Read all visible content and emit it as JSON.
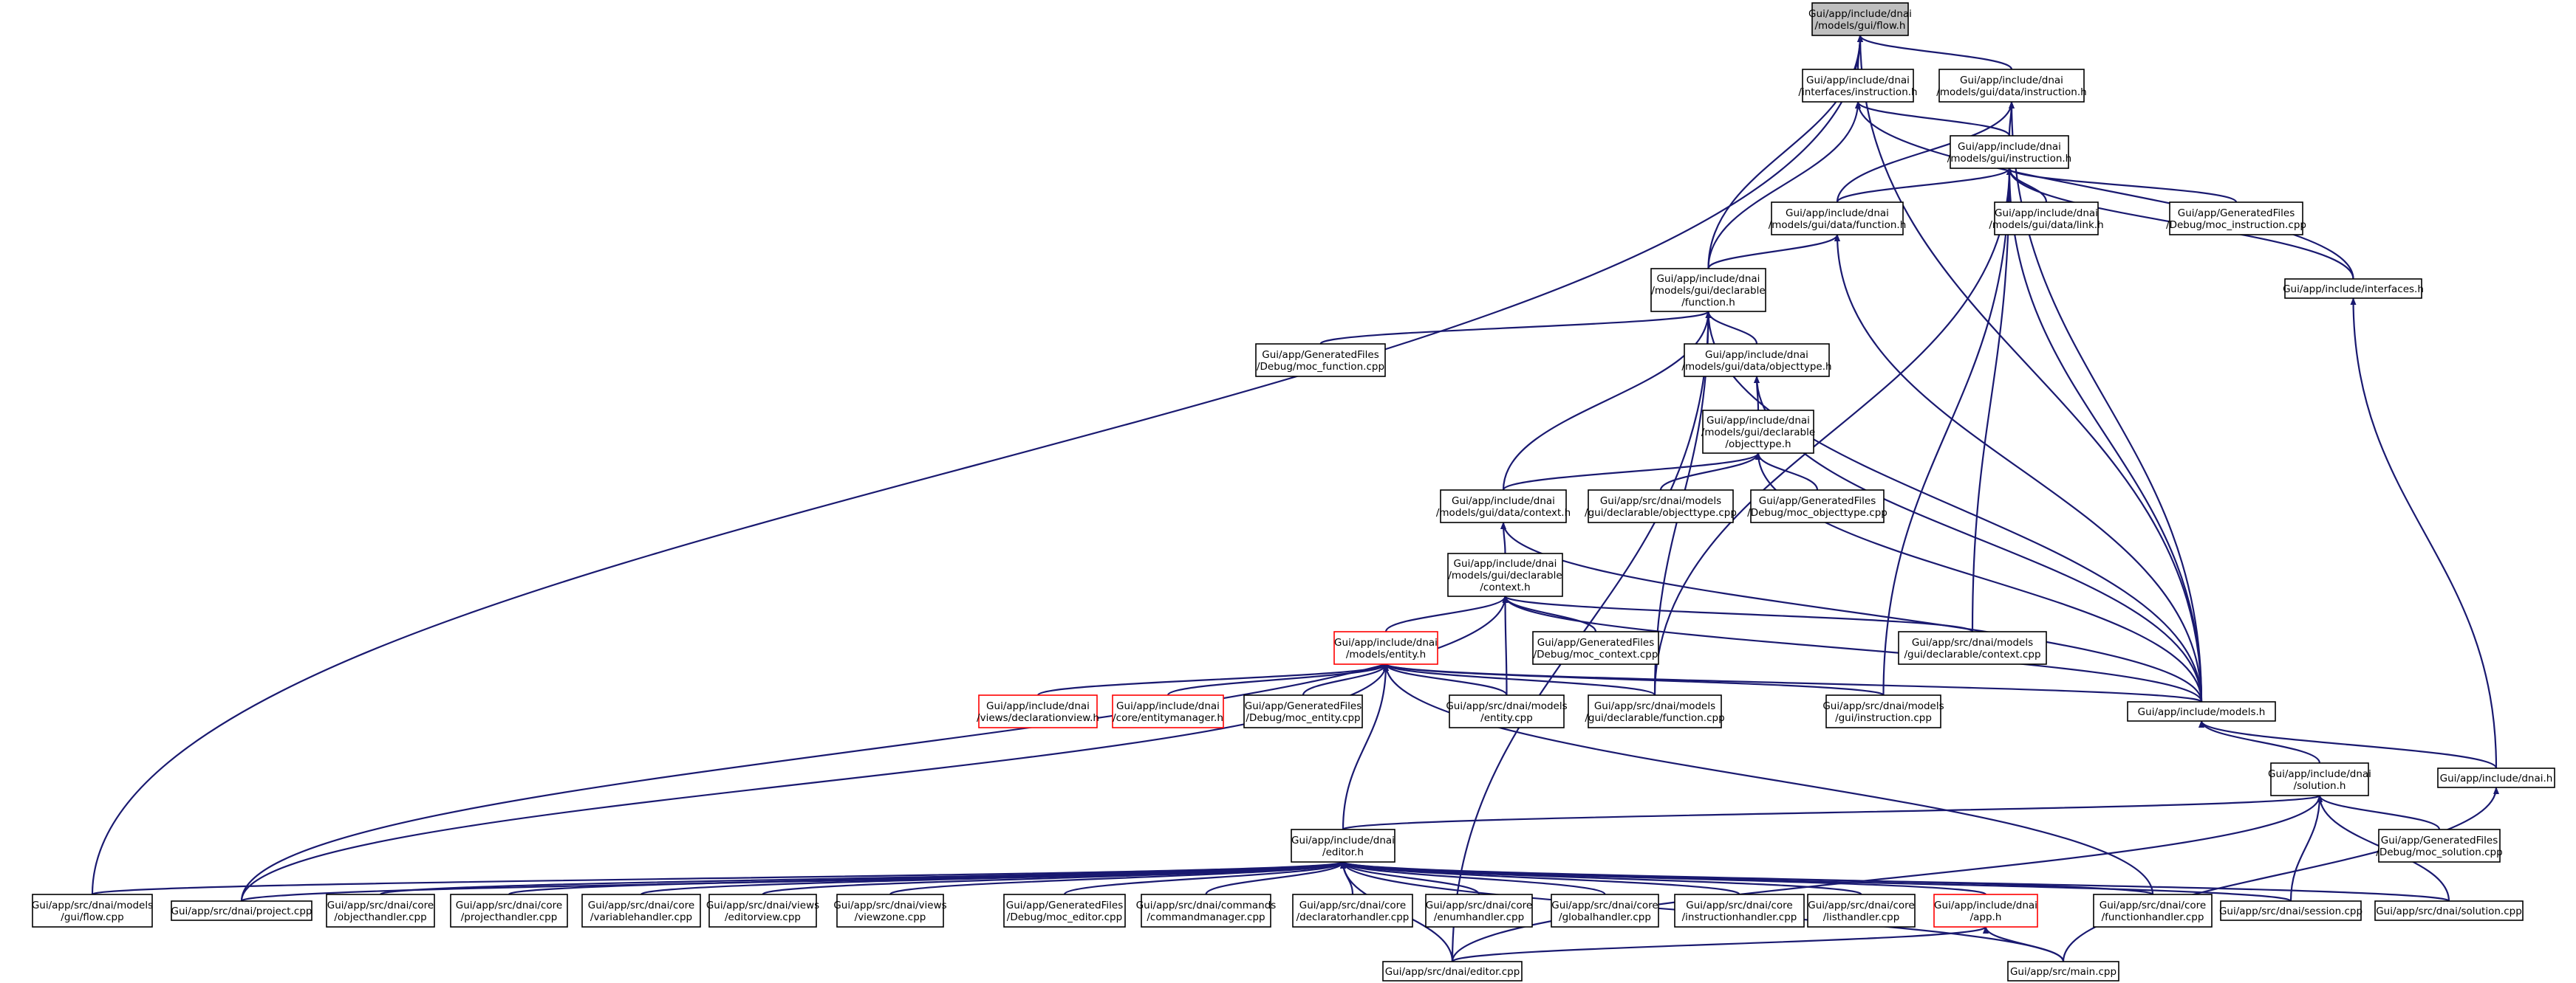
{
  "colors": {
    "edge": "#191970",
    "node_border": "#000000",
    "node_border_incomplete": "#ff0000",
    "root_fill": "#bfbfbf",
    "background": "#ffffff"
  },
  "nodes": [
    {
      "id": "flow_h",
      "label": [
        "Gui/app/include/dnai",
        "/models/gui/flow.h"
      ],
      "root": true
    },
    {
      "id": "interfaces_instruction_h",
      "label": [
        "Gui/app/include/dnai",
        "/interfaces/instruction.h"
      ]
    },
    {
      "id": "data_instruction_h",
      "label": [
        "Gui/app/include/dnai",
        "/models/gui/data/instruction.h"
      ]
    },
    {
      "id": "gui_instruction_h",
      "label": [
        "Gui/app/include/dnai",
        "/models/gui/instruction.h"
      ]
    },
    {
      "id": "data_function_h",
      "label": [
        "Gui/app/include/dnai",
        "/models/gui/data/function.h"
      ]
    },
    {
      "id": "data_link_h",
      "label": [
        "Gui/app/include/dnai",
        "/models/gui/data/link.h"
      ]
    },
    {
      "id": "moc_instruction_cpp",
      "label": [
        "Gui/app/GeneratedFiles",
        "/Debug/moc_instruction.cpp"
      ]
    },
    {
      "id": "interfaces_h",
      "label": [
        "Gui/app/include/interfaces.h"
      ]
    },
    {
      "id": "declarable_function_h",
      "label": [
        "Gui/app/include/dnai",
        "/models/gui/declarable",
        "/function.h"
      ]
    },
    {
      "id": "moc_function_cpp",
      "label": [
        "Gui/app/GeneratedFiles",
        "/Debug/moc_function.cpp"
      ]
    },
    {
      "id": "data_objecttype_h",
      "label": [
        "Gui/app/include/dnai",
        "/models/gui/data/objecttype.h"
      ]
    },
    {
      "id": "declarable_objecttype_h",
      "label": [
        "Gui/app/include/dnai",
        "/models/gui/declarable",
        "/objecttype.h"
      ]
    },
    {
      "id": "data_context_h",
      "label": [
        "Gui/app/include/dnai",
        "/models/gui/data/context.h"
      ]
    },
    {
      "id": "src_objecttype_cpp",
      "label": [
        "Gui/app/src/dnai/models",
        "/gui/declarable/objecttype.cpp"
      ]
    },
    {
      "id": "moc_objecttype_cpp",
      "label": [
        "Gui/app/GeneratedFiles",
        "/Debug/moc_objecttype.cpp"
      ]
    },
    {
      "id": "declarable_context_h",
      "label": [
        "Gui/app/include/dnai",
        "/models/gui/declarable",
        "/context.h"
      ]
    },
    {
      "id": "entity_h",
      "label": [
        "Gui/app/include/dnai",
        "/models/entity.h"
      ],
      "red": true
    },
    {
      "id": "moc_context_cpp",
      "label": [
        "Gui/app/GeneratedFiles",
        "/Debug/moc_context.cpp"
      ]
    },
    {
      "id": "src_context_cpp",
      "label": [
        "Gui/app/src/dnai/models",
        "/gui/declarable/context.cpp"
      ]
    },
    {
      "id": "declarationview_h",
      "label": [
        "Gui/app/include/dnai",
        "/views/declarationview.h"
      ],
      "red": true
    },
    {
      "id": "entitymanager_h",
      "label": [
        "Gui/app/include/dnai",
        "/core/entitymanager.h"
      ],
      "red": true
    },
    {
      "id": "moc_entity_cpp",
      "label": [
        "Gui/app/GeneratedFiles",
        "/Debug/moc_entity.cpp"
      ]
    },
    {
      "id": "src_entity_cpp",
      "label": [
        "Gui/app/src/dnai/models",
        "/entity.cpp"
      ]
    },
    {
      "id": "src_function_cpp",
      "label": [
        "Gui/app/src/dnai/models",
        "/gui/declarable/function.cpp"
      ]
    },
    {
      "id": "src_instruction_cpp",
      "label": [
        "Gui/app/src/dnai/models",
        "/gui/instruction.cpp"
      ]
    },
    {
      "id": "models_h",
      "label": [
        "Gui/app/include/models.h"
      ]
    },
    {
      "id": "solution_h",
      "label": [
        "Gui/app/include/dnai",
        "/solution.h"
      ]
    },
    {
      "id": "dnai_h",
      "label": [
        "Gui/app/include/dnai.h"
      ]
    },
    {
      "id": "moc_solution_cpp",
      "label": [
        "Gui/app/GeneratedFiles",
        "/Debug/moc_solution.cpp"
      ]
    },
    {
      "id": "editor_h",
      "label": [
        "Gui/app/include/dnai",
        "/editor.h"
      ]
    },
    {
      "id": "src_flow_cpp",
      "label": [
        "Gui/app/src/dnai/models",
        "/gui/flow.cpp"
      ]
    },
    {
      "id": "project_cpp",
      "label": [
        "Gui/app/src/dnai/project.cpp"
      ]
    },
    {
      "id": "objecthandler_cpp",
      "label": [
        "Gui/app/src/dnai/core",
        "/objecthandler.cpp"
      ]
    },
    {
      "id": "projecthandler_cpp",
      "label": [
        "Gui/app/src/dnai/core",
        "/projecthandler.cpp"
      ]
    },
    {
      "id": "variablehandler_cpp",
      "label": [
        "Gui/app/src/dnai/core",
        "/variablehandler.cpp"
      ]
    },
    {
      "id": "editorview_cpp",
      "label": [
        "Gui/app/src/dnai/views",
        "/editorview.cpp"
      ]
    },
    {
      "id": "viewzone_cpp",
      "label": [
        "Gui/app/src/dnai/views",
        "/viewzone.cpp"
      ]
    },
    {
      "id": "moc_editor_cpp",
      "label": [
        "Gui/app/GeneratedFiles",
        "/Debug/moc_editor.cpp"
      ]
    },
    {
      "id": "commandmanager_cpp",
      "label": [
        "Gui/app/src/dnai/commands",
        "/commandmanager.cpp"
      ]
    },
    {
      "id": "declaratorhandler_cpp",
      "label": [
        "Gui/app/src/dnai/core",
        "/declaratorhandler.cpp"
      ]
    },
    {
      "id": "enumhandler_cpp",
      "label": [
        "Gui/app/src/dnai/core",
        "/enumhandler.cpp"
      ]
    },
    {
      "id": "globalhandler_cpp",
      "label": [
        "Gui/app/src/dnai/core",
        "/globalhandler.cpp"
      ]
    },
    {
      "id": "instructionhandler_cpp",
      "label": [
        "Gui/app/src/dnai/core",
        "/instructionhandler.cpp"
      ]
    },
    {
      "id": "listhandler_cpp",
      "label": [
        "Gui/app/src/dnai/core",
        "/listhandler.cpp"
      ]
    },
    {
      "id": "app_h",
      "label": [
        "Gui/app/include/dnai",
        "/app.h"
      ],
      "red": true
    },
    {
      "id": "functionhandler_cpp",
      "label": [
        "Gui/app/src/dnai/core",
        "/functionhandler.cpp"
      ]
    },
    {
      "id": "session_cpp",
      "label": [
        "Gui/app/src/dnai/session.cpp"
      ]
    },
    {
      "id": "solution_cpp",
      "label": [
        "Gui/app/src/dnai/solution.cpp"
      ]
    },
    {
      "id": "editor_cpp",
      "label": [
        "Gui/app/src/dnai/editor.cpp"
      ]
    },
    {
      "id": "main_cpp",
      "label": [
        "Gui/app/src/main.cpp"
      ]
    }
  ],
  "edges": [
    [
      "flow_h",
      "interfaces_instruction_h"
    ],
    [
      "flow_h",
      "data_instruction_h"
    ],
    [
      "flow_h",
      "declarable_function_h"
    ],
    [
      "flow_h",
      "models_h"
    ],
    [
      "flow_h",
      "src_flow_cpp"
    ],
    [
      "interfaces_instruction_h",
      "gui_instruction_h"
    ],
    [
      "interfaces_instruction_h",
      "declarable_function_h"
    ],
    [
      "interfaces_instruction_h",
      "interfaces_h"
    ],
    [
      "data_instruction_h",
      "gui_instruction_h"
    ],
    [
      "data_instruction_h",
      "data_function_h"
    ],
    [
      "data_instruction_h",
      "models_h"
    ],
    [
      "gui_instruction_h",
      "data_function_h"
    ],
    [
      "gui_instruction_h",
      "data_link_h"
    ],
    [
      "gui_instruction_h",
      "moc_instruction_cpp"
    ],
    [
      "gui_instruction_h",
      "interfaces_h"
    ],
    [
      "gui_instruction_h",
      "src_context_cpp"
    ],
    [
      "gui_instruction_h",
      "src_function_cpp"
    ],
    [
      "gui_instruction_h",
      "src_instruction_cpp"
    ],
    [
      "gui_instruction_h",
      "models_h"
    ],
    [
      "data_function_h",
      "declarable_function_h"
    ],
    [
      "data_function_h",
      "models_h"
    ],
    [
      "interfaces_h",
      "dnai_h"
    ],
    [
      "declarable_function_h",
      "moc_function_cpp"
    ],
    [
      "declarable_function_h",
      "data_objecttype_h"
    ],
    [
      "declarable_function_h",
      "data_context_h"
    ],
    [
      "declarable_function_h",
      "src_function_cpp"
    ],
    [
      "declarable_function_h",
      "models_h"
    ],
    [
      "declarable_function_h",
      "editor_cpp"
    ],
    [
      "data_objecttype_h",
      "declarable_objecttype_h"
    ],
    [
      "data_objecttype_h",
      "models_h"
    ],
    [
      "declarable_objecttype_h",
      "data_context_h"
    ],
    [
      "declarable_objecttype_h",
      "src_objecttype_cpp"
    ],
    [
      "declarable_objecttype_h",
      "moc_objecttype_cpp"
    ],
    [
      "declarable_objecttype_h",
      "models_h"
    ],
    [
      "data_context_h",
      "declarable_context_h"
    ],
    [
      "data_context_h",
      "models_h"
    ],
    [
      "declarable_context_h",
      "entity_h"
    ],
    [
      "declarable_context_h",
      "moc_context_cpp"
    ],
    [
      "declarable_context_h",
      "src_context_cpp"
    ],
    [
      "declarable_context_h",
      "src_entity_cpp"
    ],
    [
      "declarable_context_h",
      "models_h"
    ],
    [
      "declarable_context_h",
      "project_cpp"
    ],
    [
      "entity_h",
      "declarationview_h"
    ],
    [
      "entity_h",
      "entitymanager_h"
    ],
    [
      "entity_h",
      "moc_entity_cpp"
    ],
    [
      "entity_h",
      "src_entity_cpp"
    ],
    [
      "entity_h",
      "src_function_cpp"
    ],
    [
      "entity_h",
      "src_instruction_cpp"
    ],
    [
      "entity_h",
      "models_h"
    ],
    [
      "entity_h",
      "editor_h"
    ],
    [
      "entity_h",
      "project_cpp"
    ],
    [
      "entity_h",
      "functionhandler_cpp"
    ],
    [
      "models_h",
      "solution_h"
    ],
    [
      "models_h",
      "dnai_h"
    ],
    [
      "dnai_h",
      "main_cpp"
    ],
    [
      "solution_h",
      "editor_h"
    ],
    [
      "solution_h",
      "moc_solution_cpp"
    ],
    [
      "solution_h",
      "session_cpp"
    ],
    [
      "solution_h",
      "solution_cpp"
    ],
    [
      "solution_h",
      "editor_cpp"
    ],
    [
      "editor_h",
      "src_flow_cpp"
    ],
    [
      "editor_h",
      "project_cpp"
    ],
    [
      "editor_h",
      "objecthandler_cpp"
    ],
    [
      "editor_h",
      "projecthandler_cpp"
    ],
    [
      "editor_h",
      "variablehandler_cpp"
    ],
    [
      "editor_h",
      "editorview_cpp"
    ],
    [
      "editor_h",
      "viewzone_cpp"
    ],
    [
      "editor_h",
      "moc_editor_cpp"
    ],
    [
      "editor_h",
      "commandmanager_cpp"
    ],
    [
      "editor_h",
      "declaratorhandler_cpp"
    ],
    [
      "editor_h",
      "enumhandler_cpp"
    ],
    [
      "editor_h",
      "globalhandler_cpp"
    ],
    [
      "editor_h",
      "instructionhandler_cpp"
    ],
    [
      "editor_h",
      "listhandler_cpp"
    ],
    [
      "editor_h",
      "app_h"
    ],
    [
      "editor_h",
      "functionhandler_cpp"
    ],
    [
      "editor_h",
      "session_cpp"
    ],
    [
      "editor_h",
      "solution_cpp"
    ],
    [
      "editor_h",
      "editor_cpp"
    ],
    [
      "editor_h",
      "main_cpp"
    ],
    [
      "app_h",
      "editor_cpp"
    ],
    [
      "app_h",
      "main_cpp"
    ]
  ]
}
